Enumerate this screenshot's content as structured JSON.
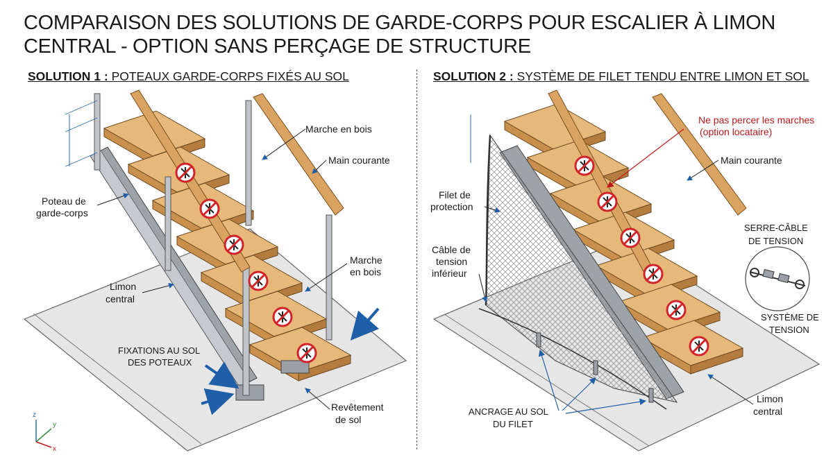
{
  "title": "COMPARAISON DES SOLUTIONS DE GARDE-CORPS POUR ESCALIER À LIMON CENTRAL - OPTION SANS PERÇAGE DE STRUCTURE",
  "solution1": {
    "heading_bold": "SOLUTION 1 :",
    "heading_text": " POTEAUX GARDE-CORPS FIXÉS AU SOL",
    "labels": {
      "marche_top": "Marche en bois",
      "main_courante": "Main courante",
      "poteau_l1": "Poteau de",
      "poteau_l2": "garde-corps",
      "marche_mid_l1": "Marche",
      "marche_mid_l2": "en bois",
      "limon_l1": "Limon",
      "limon_l2": "central",
      "fixations_l1": "FIXATIONS AU SOL",
      "fixations_l2": "DES POTEAUX",
      "revetement_l1": "Revêtement",
      "revetement_l2": "de sol"
    }
  },
  "solution2": {
    "heading_bold": "SOLUTION 2 :",
    "heading_text": "  SYSTÈME DE FILET TENDU ENTRE LIMON ET SOL",
    "labels": {
      "ne_pas_l1": "Ne pas percer les marches",
      "ne_pas_l2": "(option locataire)",
      "main_courante": "Main courante",
      "filet_l1": "Filet de",
      "filet_l2": "protection",
      "serre_l1": "SERRE-CÂBLE",
      "serre_l2": "DE TENSION",
      "cable_l1": "Câble de",
      "cable_l2": "tension",
      "cable_l3": "inférieur",
      "systeme_l1": "SYSTÈME DE",
      "systeme_l2": "TENSION",
      "ancrage_l1": "ANCRAGE AU SOL",
      "ancrage_l2": "DU FILET",
      "limon_l1": "Limon",
      "limon_l2": "central"
    }
  },
  "axes": {
    "z": "z",
    "y": "y",
    "x": "x"
  },
  "colors": {
    "wood_top": "#e6b97a",
    "wood_edge": "#c98f4c",
    "metal": "#b9bdc2",
    "metal_dark": "#7d8288",
    "floor": "#e6e6e6",
    "arrow_blue": "#1f5fa8",
    "no_drill_red": "#d0242a"
  }
}
